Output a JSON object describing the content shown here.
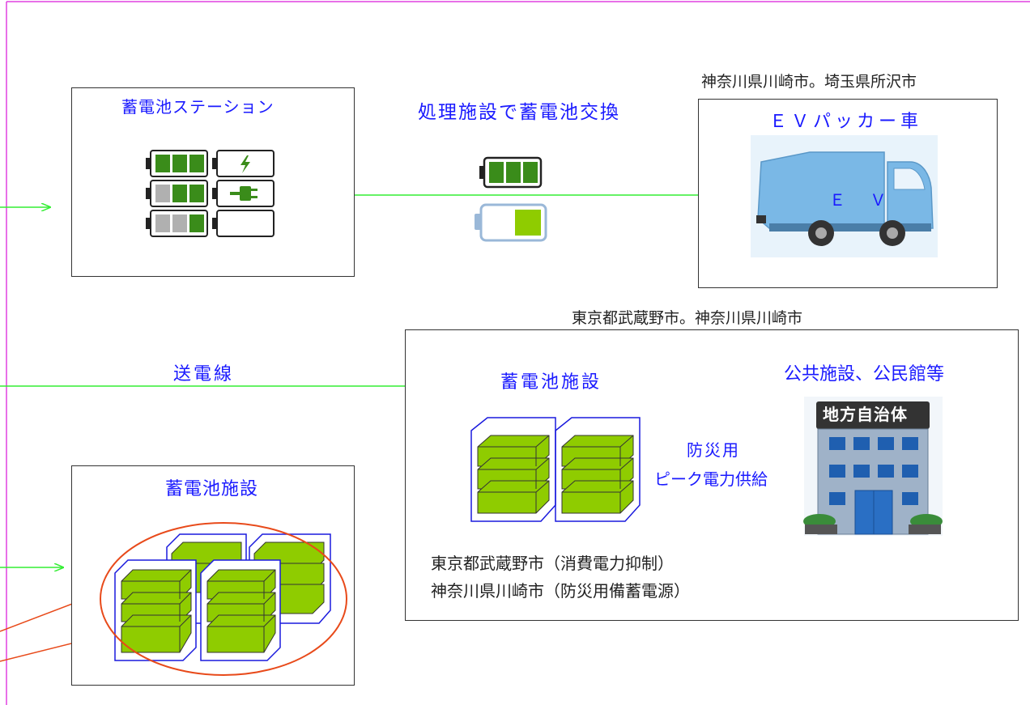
{
  "top_partial_title": "",
  "station_box": {
    "title": "蓄電池ステーション"
  },
  "exchange_label": "処理施設で蓄電池交換",
  "ev_box": {
    "location": "神奈川県川崎市。埼玉県所沢市",
    "title": "ＥＶパッカー車",
    "truck_text": "Ｅ Ｖ"
  },
  "transmission_label": "送電線",
  "right_facility": {
    "location": "東京都武蔵野市。神奈川県川崎市",
    "storage_title": "蓄電池施設",
    "public_title": "公共施設、公民館等",
    "arrow_label_1": "防災用",
    "arrow_label_2": "ピーク電力供給",
    "building_sign": "地方自治体",
    "note_1": "東京都武蔵野市（消費電力抑制）",
    "note_2": "神奈川県川崎市（防災用備蓄電源）"
  },
  "left_facility": {
    "title": "蓄電池施設"
  },
  "colors": {
    "accent_blue": "#1a1aff",
    "arrow_green": "#33ee33",
    "battery_green": "#8fcc00",
    "frame_magenta": "#e040e0",
    "ellipse_red": "#e84a1a"
  }
}
